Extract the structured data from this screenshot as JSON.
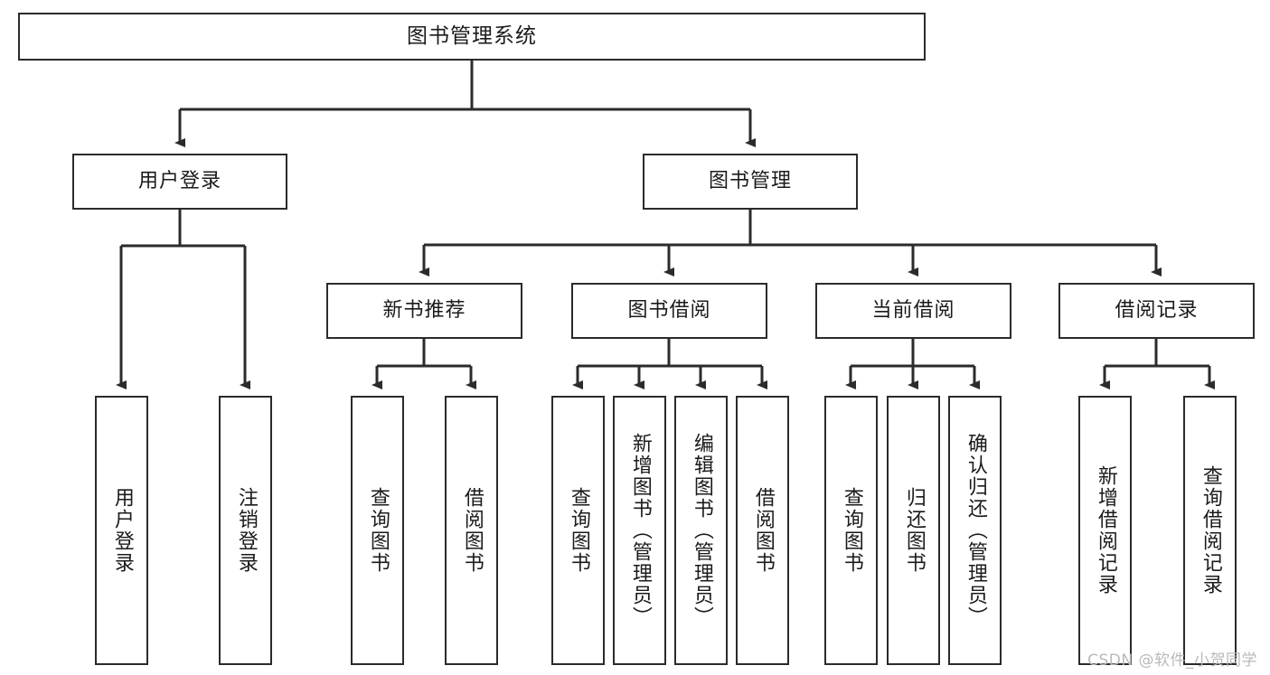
{
  "diagram": {
    "title": "图书管理系统",
    "watermark": "CSDN @软件_小贺同学"
  },
  "nodes": {
    "root": {
      "label": "图书管理系统"
    },
    "level2": [
      {
        "id": "user-login",
        "label": "用户登录"
      },
      {
        "id": "book-manage",
        "label": "图书管理"
      }
    ],
    "level3": [
      {
        "id": "new-book-recommend",
        "label": "新书推荐"
      },
      {
        "id": "book-borrow",
        "label": "图书借阅"
      },
      {
        "id": "current-borrow",
        "label": "当前借阅"
      },
      {
        "id": "borrow-record",
        "label": "借阅记录"
      }
    ],
    "leaves": {
      "user_login": [
        {
          "id": "leaf-user-login",
          "label": "用户登录"
        },
        {
          "id": "leaf-logout-login",
          "label": "注销登录"
        }
      ],
      "new_book_recommend": [
        {
          "id": "leaf-query-book-1",
          "label": "查询图书"
        },
        {
          "id": "leaf-borrow-book-1",
          "label": "借阅图书"
        }
      ],
      "book_borrow": [
        {
          "id": "leaf-query-book-2",
          "label": "查询图书"
        },
        {
          "id": "leaf-add-book",
          "label": "新增图书（管理员）"
        },
        {
          "id": "leaf-edit-book",
          "label": "编辑图书（管理员）"
        },
        {
          "id": "leaf-borrow-book-2",
          "label": "借阅图书"
        }
      ],
      "current_borrow": [
        {
          "id": "leaf-query-book-3",
          "label": "查询图书"
        },
        {
          "id": "leaf-return-book",
          "label": "归还图书"
        },
        {
          "id": "leaf-confirm-return",
          "label": "确认归还（管理员）"
        }
      ],
      "borrow_record": [
        {
          "id": "leaf-add-record",
          "label": "新增借阅记录"
        },
        {
          "id": "leaf-query-record",
          "label": "查询借阅记录"
        }
      ]
    }
  },
  "colors": {
    "stroke": "#2b2b2b",
    "fill": "#ffffff",
    "text": "#1b1b1b",
    "watermark": "#b9b9b9"
  }
}
